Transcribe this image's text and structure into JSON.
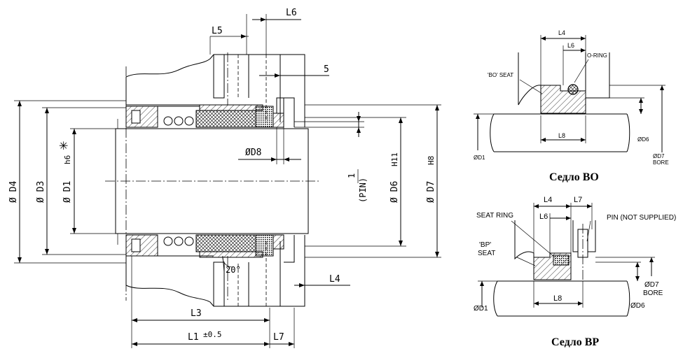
{
  "main_drawing": {
    "labels": {
      "L6": "L6",
      "L5": "L5",
      "five": "5",
      "D8": "ØD8",
      "pin_one": "1",
      "pin": "(PIN)",
      "D4": "Ø D4",
      "D3": "Ø D3",
      "D1": "Ø D1",
      "h6": "h6",
      "asterisk": "✳",
      "D6": "Ø D6",
      "H11": "H11",
      "D7": "Ø D7",
      "H8": "H8",
      "angle": "20°",
      "L4": "L4",
      "L3": "L3",
      "L1": "L1",
      "tol": "±0.5",
      "L7": "L7"
    }
  },
  "bo_detail": {
    "caption": "Седло ВО",
    "labels": {
      "L4": "L4",
      "L6": "L6",
      "oring": "O-RING",
      "bo_seat": "'BO' SEAT",
      "D1": "ØD1",
      "L8": "L8",
      "D6": "ØD6",
      "D7": "ØD7",
      "bore": "BORE"
    }
  },
  "bp_detail": {
    "caption": "Седло ВР",
    "labels": {
      "L4": "L4",
      "L7": "L7",
      "L6": "L6",
      "seat_ring": "SEAT RING",
      "pin_note": "PIN (NOT SUPPLIED)",
      "bp": "'BP'",
      "seat": "SEAT",
      "D7": "ØD7",
      "bore": "BORE",
      "L8": "L8",
      "D1": "ØD1",
      "D6": "ØD6"
    }
  }
}
